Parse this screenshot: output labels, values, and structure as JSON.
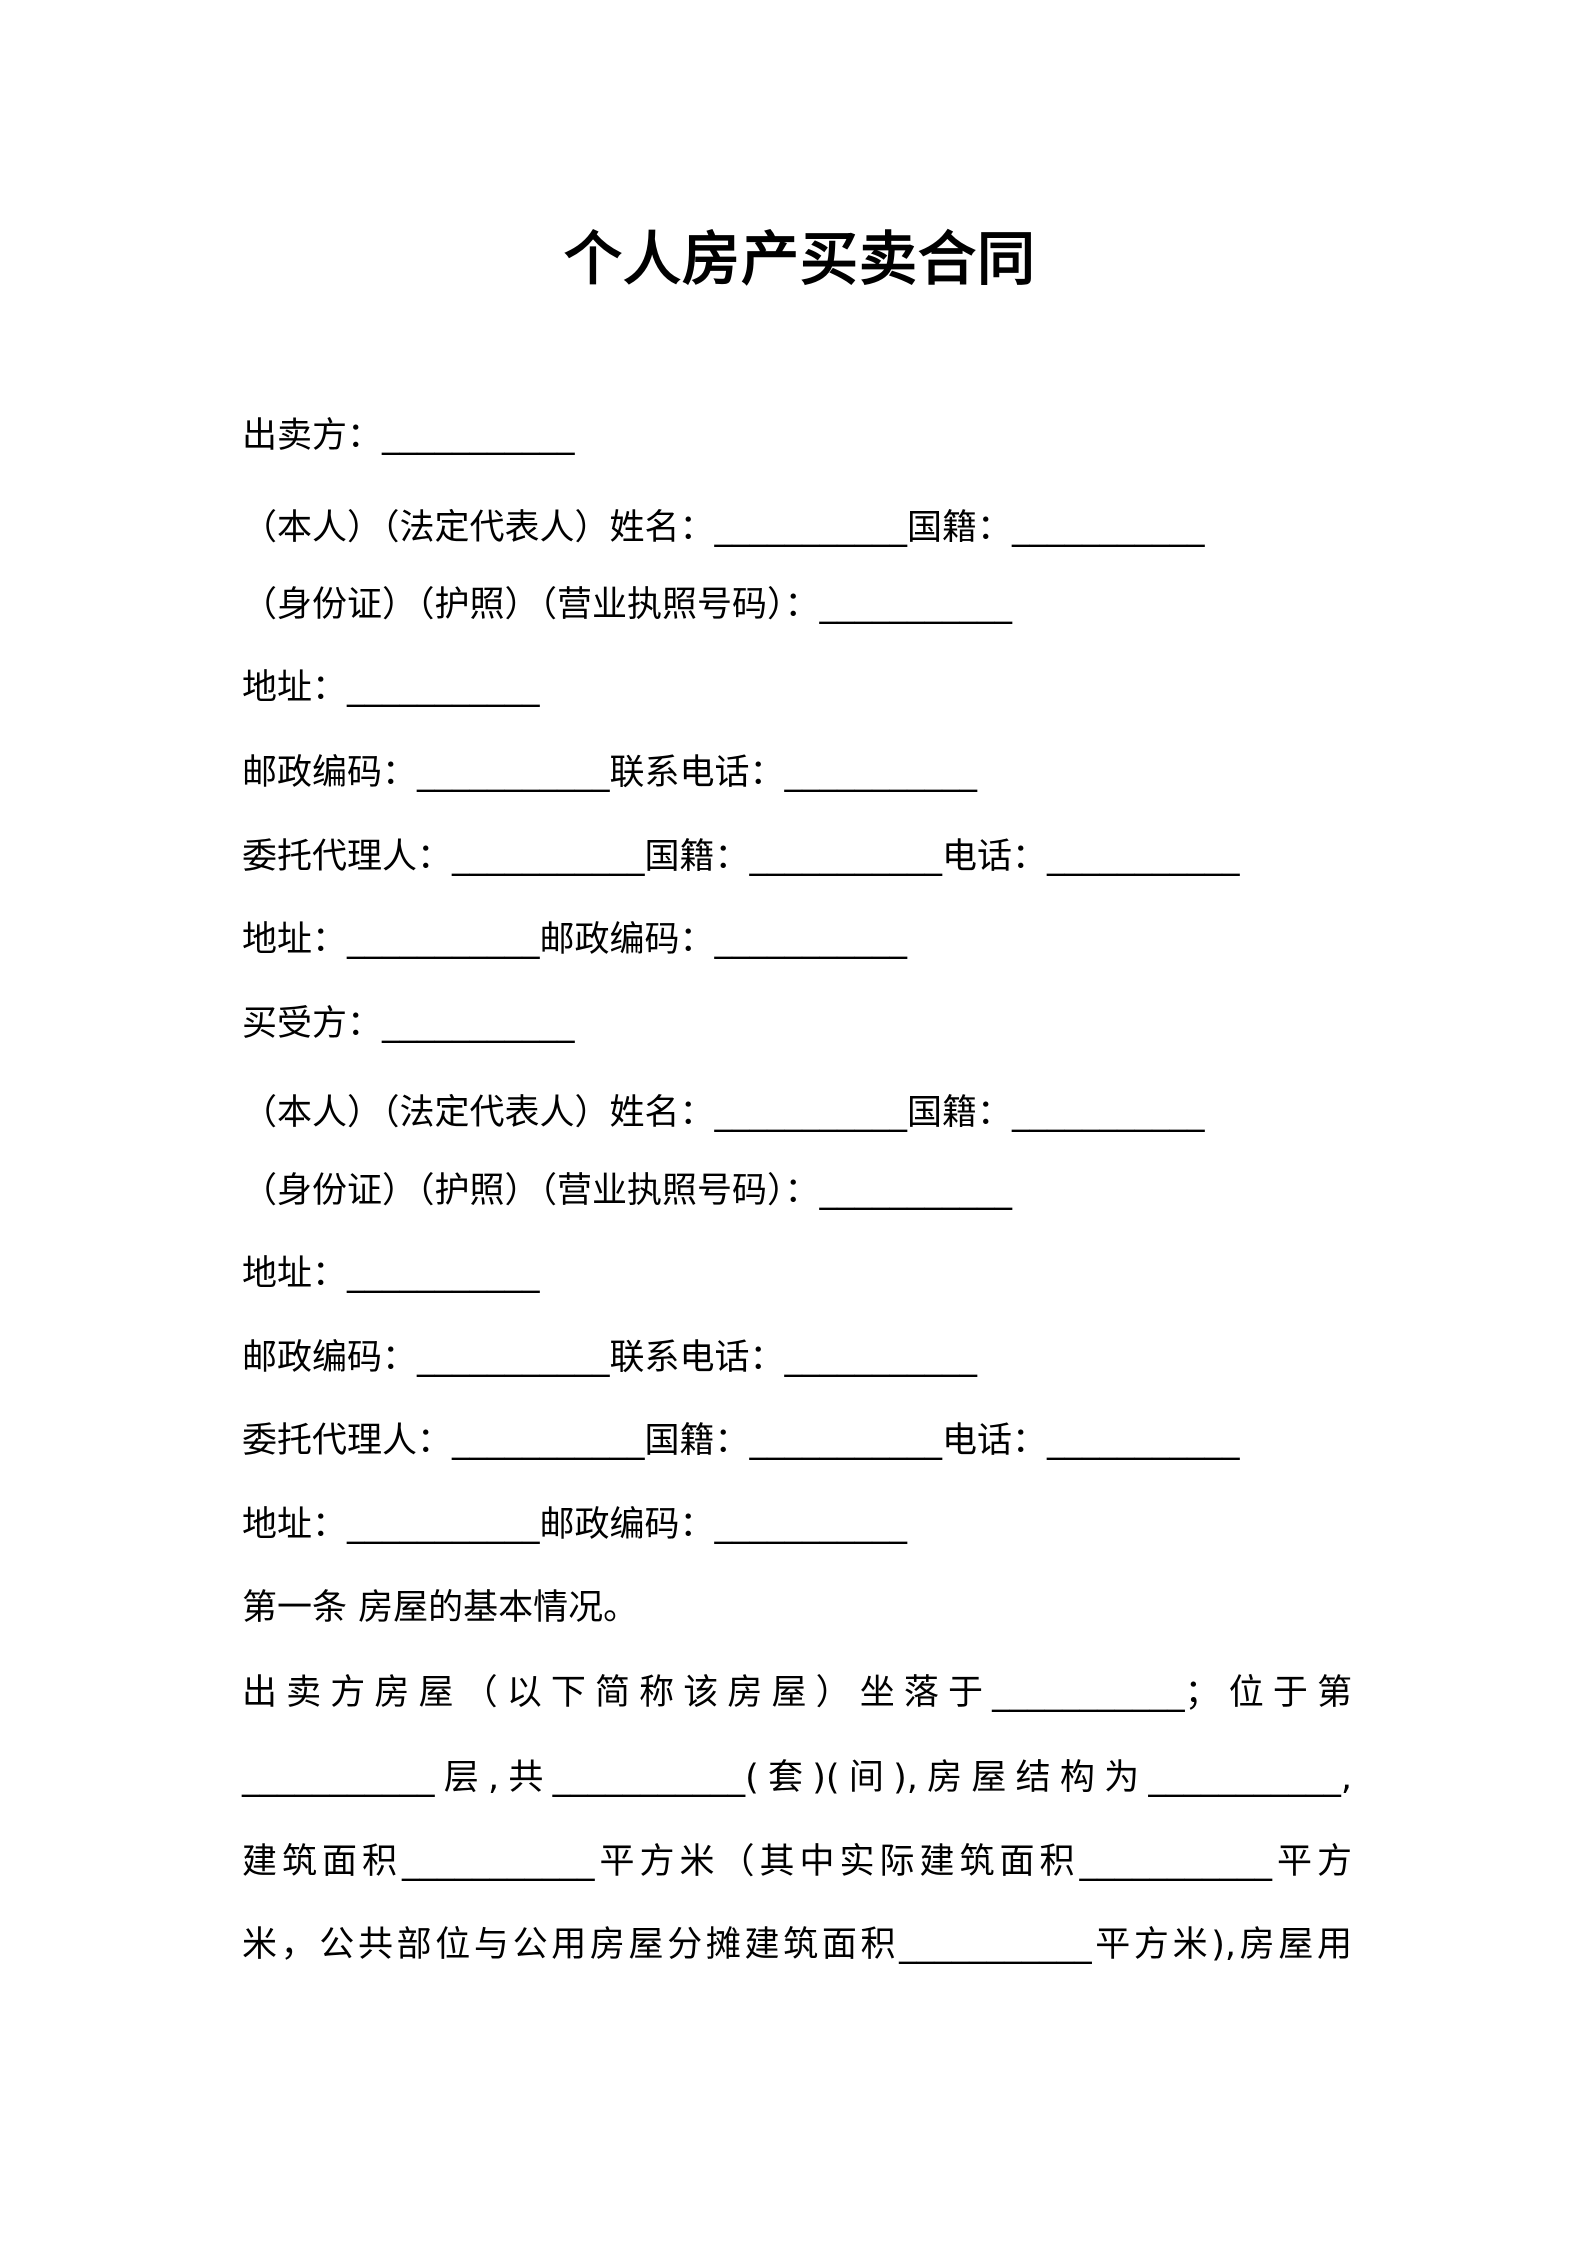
{
  "title": "个人房产买卖合同",
  "lines": [
    "出卖方：___________",
    "（本人）（法定代表人）姓名：___________国籍：___________",
    "（身份证）（护照）（营业执照号码）：___________",
    "地址：___________",
    "邮政编码：___________联系电话：___________",
    "委托代理人：___________国籍：___________电话：___________",
    "地址：___________邮政编码：___________",
    "买受方：___________",
    "（本人）（法定代表人）姓名：___________国籍：___________",
    "（身份证）（护照）（营业执照号码）：___________",
    "地址：___________",
    "邮政编码：___________联系电话：___________",
    "委托代理人：___________国籍：___________电话：___________",
    "地址：___________邮政编码：___________",
    "第一条 房屋的基本情况。",
    "出卖方房屋（以下简称该房屋）坐落于___________；位于第",
    "___________层,共___________(套)(间),房屋结构为___________,",
    "建筑面积___________平方米（其中实际建筑面积___________平方",
    "米，公共部位与公用房屋分摊建筑面积___________平方米),房屋用"
  ]
}
